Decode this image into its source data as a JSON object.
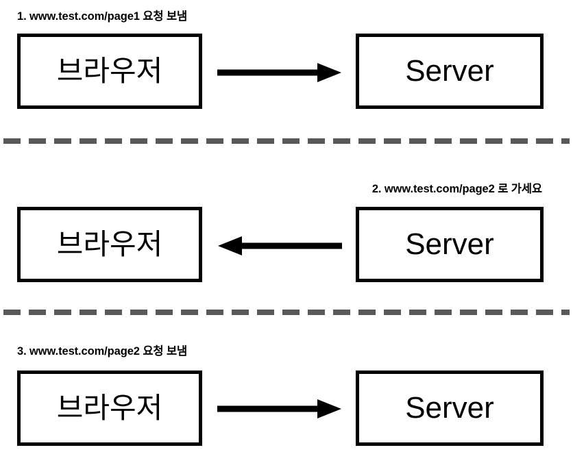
{
  "diagram": {
    "title": "HTTP redirect sequence",
    "colors": {
      "stroke": "#000000",
      "box_fill": "#ffffff",
      "divider": "#595959",
      "background": "#ffffff"
    },
    "steps": [
      {
        "caption": "1. www.test.com/page1 요청 보냄",
        "caption_align": "left",
        "left_node": "브라우저",
        "right_node": "Server",
        "arrow_direction": "right"
      },
      {
        "caption": "2. www.test.com/page2 로 가세요",
        "caption_align": "right",
        "left_node": "브라우저",
        "right_node": "Server",
        "arrow_direction": "left"
      },
      {
        "caption": "3. www.test.com/page2 요청 보냄",
        "caption_align": "left",
        "left_node": "브라우저",
        "right_node": "Server",
        "arrow_direction": "right"
      }
    ],
    "dividers": 2
  }
}
